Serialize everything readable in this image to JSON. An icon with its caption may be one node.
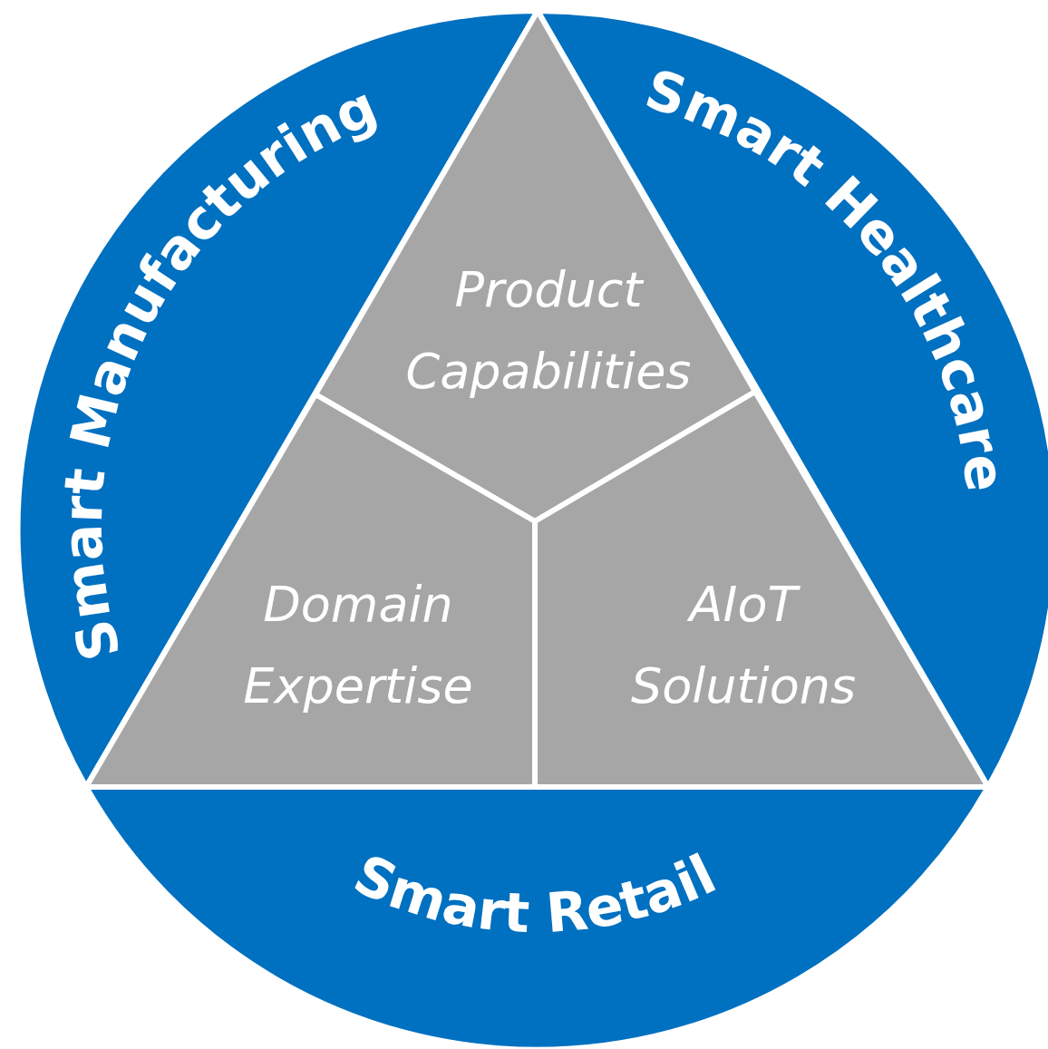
{
  "diagram": {
    "nodes": [
      {
        "text": [
          "Smart Manufacturing"
        ]
      },
      {
        "text": [
          "Smart Healthcare"
        ]
      },
      {
        "text": [
          "Product Capabilities"
        ]
      },
      {
        "text": [
          "Domain Expertise"
        ]
      },
      {
        "text": [
          "AIoT Solutions"
        ]
      },
      {
        "text": [
          "Smart Retail"
        ]
      }
    ]
  }
}
